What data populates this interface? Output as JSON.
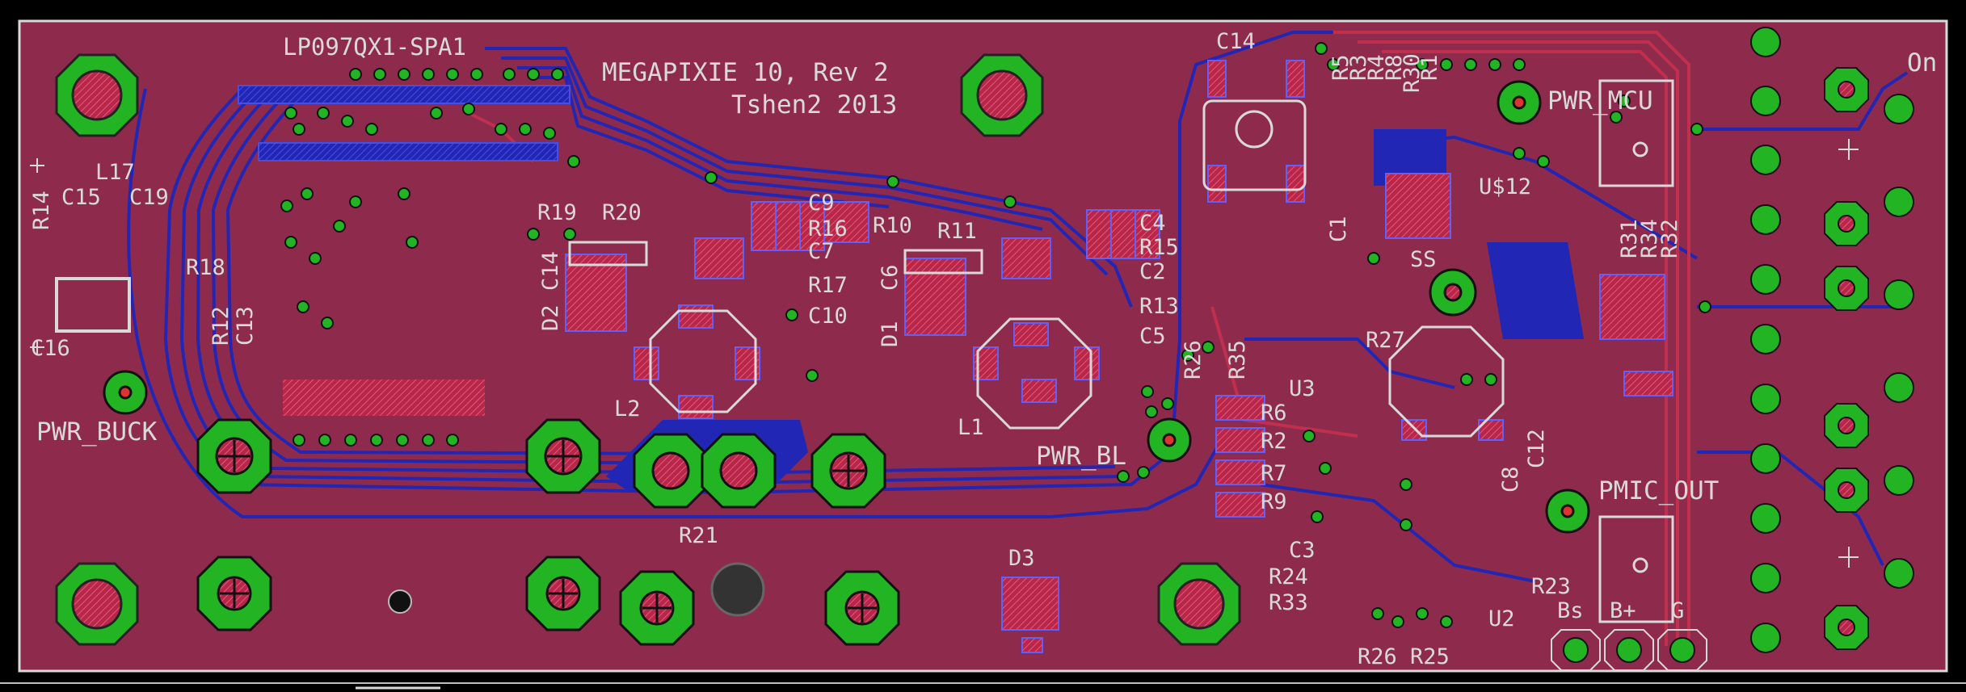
{
  "colors": {
    "background": "#000000",
    "board": "#8e2b4c",
    "top_copper": "#b8264a",
    "bottom_copper": "#2226b4",
    "via": "#22b422",
    "silk": "#d9d9d9",
    "dim": "#bfbfbf"
  },
  "board_titles": {
    "line1": "MEGAPIXIE 10, Rev 2",
    "line2": "Tshen2 2013",
    "connector": "LP097QX1-SPA1"
  },
  "net_labels": [
    "PWR_BUCK",
    "PWR_BL",
    "PWR_MCU",
    "PMIC_OUT",
    "On"
  ],
  "header_labels": [
    "Bs",
    "B+",
    "G"
  ],
  "part_labels": [
    "L17",
    "R14",
    "C15",
    "C19",
    "R18",
    "R12",
    "C13",
    "C16",
    "R19",
    "R20",
    "C14",
    "D2",
    "L2",
    "R21",
    "C9",
    "R16",
    "C7",
    "R17",
    "C10",
    "R10",
    "R11",
    "C6",
    "D1",
    "L1",
    "C4",
    "R15",
    "C2",
    "R13",
    "C5",
    "D3",
    "C14",
    "R5",
    "R3",
    "R4",
    "R8",
    "R30",
    "R1",
    "U$12",
    "C1",
    "SS",
    "R26",
    "R35",
    "R6",
    "R2",
    "R7",
    "R9",
    "R27",
    "U3",
    "C8",
    "C3",
    "R24",
    "R33",
    "R26",
    "R25",
    "U2",
    "R23",
    "R31",
    "R34",
    "R32",
    "C12"
  ]
}
